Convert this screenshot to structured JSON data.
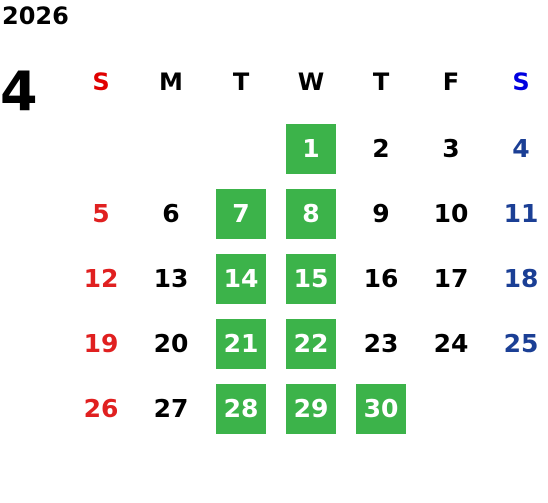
{
  "calendar": {
    "year": "2026",
    "month": "4",
    "weekdays": [
      {
        "label": "S",
        "color": "#e00000"
      },
      {
        "label": "M",
        "color": "#000000"
      },
      {
        "label": "T",
        "color": "#000000"
      },
      {
        "label": "W",
        "color": "#000000"
      },
      {
        "label": "T",
        "color": "#000000"
      },
      {
        "label": "F",
        "color": "#000000"
      },
      {
        "label": "S",
        "color": "#0000e0"
      }
    ],
    "first_weekday_index": 3,
    "days_in_month": 30,
    "highlighted_days": [
      1,
      7,
      8,
      14,
      15,
      21,
      22,
      28,
      29,
      30
    ],
    "colors": {
      "highlight_bg": "#3cb34a",
      "highlight_text": "#ffffff",
      "sunday": "#e02020",
      "saturday": "#1b3f95",
      "weekday": "#000000"
    }
  }
}
